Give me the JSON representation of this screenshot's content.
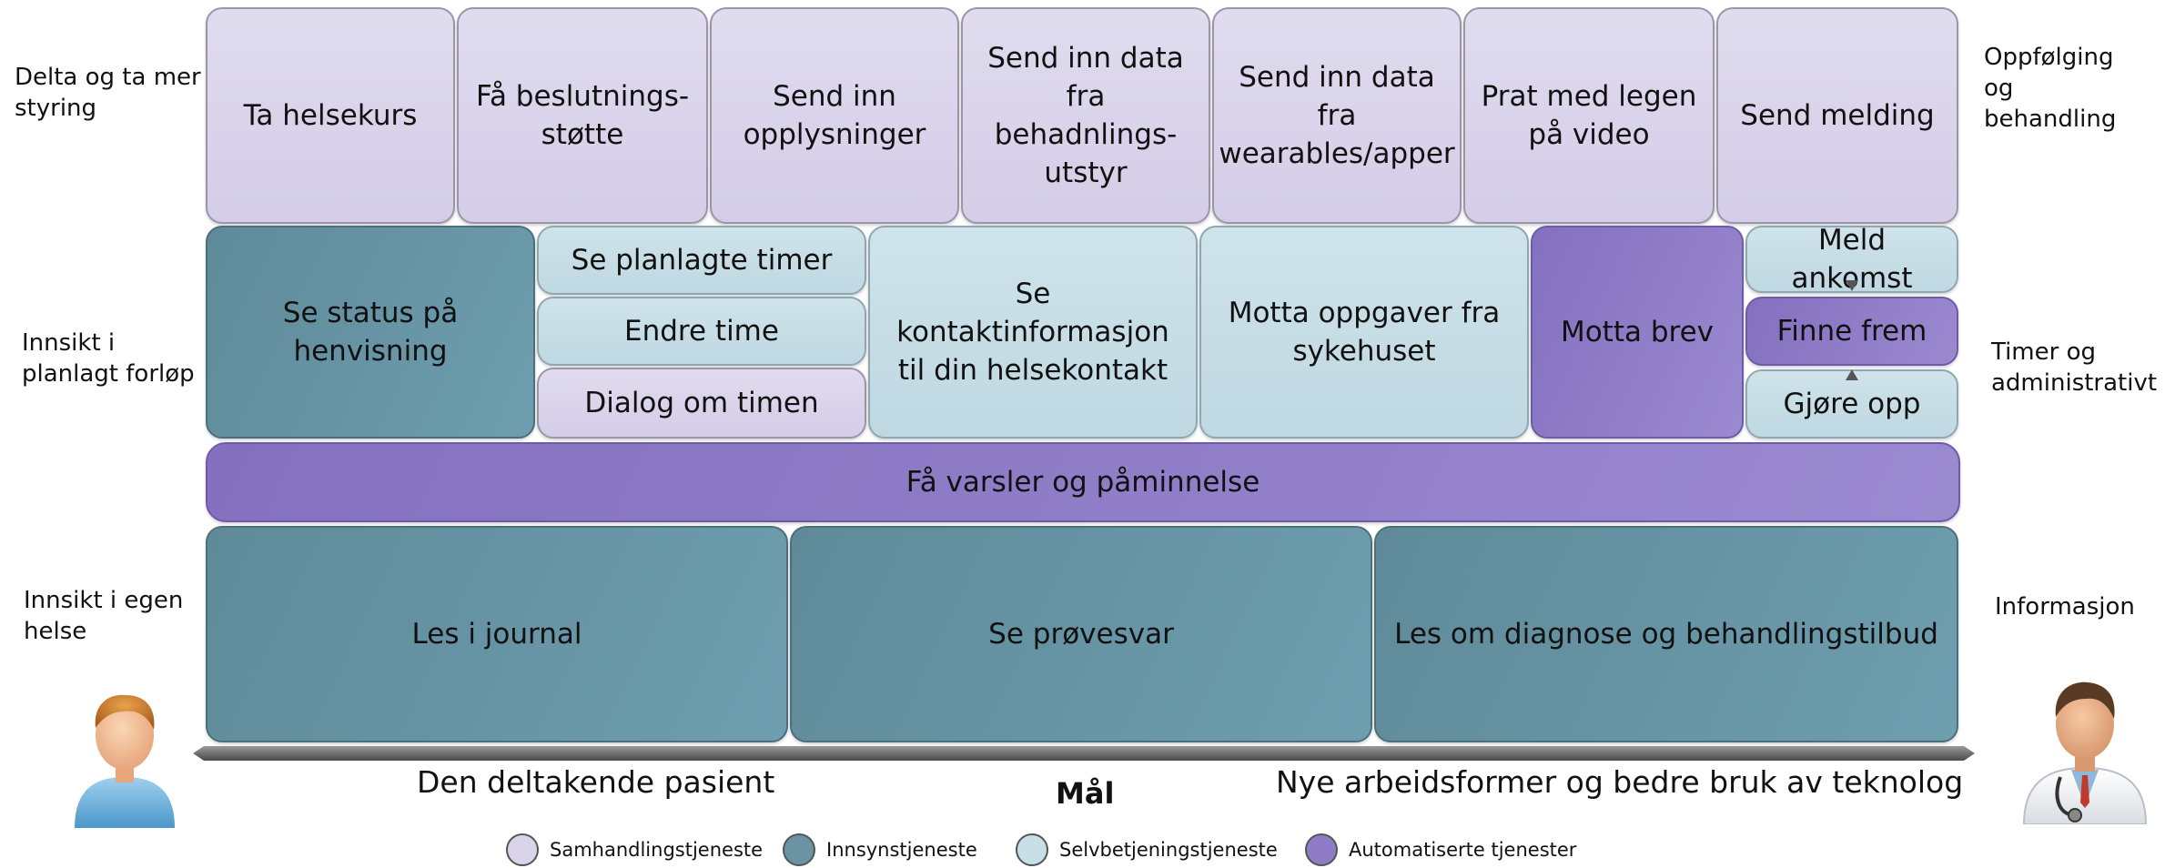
{
  "row_labels_left": {
    "delta": "Delta og ta mer\nstyring",
    "innsikt_planlagt": "Innsikt i\nplanlagt forløp",
    "innsikt_helse": "Innsikt i egen\nhelse"
  },
  "row_labels_right": {
    "oppfolging": "Oppfølging\nog\nbehandling",
    "timer": "Timer og\nadministrativt",
    "informasjon": "Informasjon"
  },
  "row1": [
    {
      "label": "Ta helsekurs",
      "type": "samh"
    },
    {
      "label": "Få beslutnings-\nstøtte",
      "type": "samh"
    },
    {
      "label": "Send inn\nopplysninger",
      "type": "samh"
    },
    {
      "label": "Send inn data fra\nbehadnlings-\nutstyr",
      "type": "samh"
    },
    {
      "label": "Send inn data fra\nwearables/apper",
      "type": "samh"
    },
    {
      "label": "Prat med legen\npå video",
      "type": "samh"
    },
    {
      "label": "Send melding",
      "type": "samh"
    }
  ],
  "row2": {
    "status": {
      "label": "Se status på\nhenvisning",
      "type": "innsyn"
    },
    "planlagte": {
      "label": "Se planlagte timer",
      "type": "selv"
    },
    "endre": {
      "label": "Endre time",
      "type": "selv"
    },
    "dialog": {
      "label": "Dialog om timen",
      "type": "samh"
    },
    "kontakt": {
      "label": "Se kontaktinformasjon\ntil din helsekontakt",
      "type": "selv"
    },
    "oppgaver": {
      "label": "Motta oppgaver fra\nsykehuset",
      "type": "selv"
    },
    "brev": {
      "label": "Motta brev",
      "type": "auto"
    },
    "ankomst": {
      "label": "Meld ankomst",
      "type": "selv"
    },
    "finne": {
      "label": "Finne frem",
      "type": "auto"
    },
    "gjore": {
      "label": "Gjøre opp",
      "type": "selv"
    }
  },
  "row3": {
    "label": "Få varsler og påminnelse",
    "type": "auto"
  },
  "row4": [
    {
      "label": "Les i journal",
      "type": "innsyn"
    },
    {
      "label": "Se prøvesvar",
      "type": "innsyn"
    },
    {
      "label": "Les om diagnose og behandlingstilbud",
      "type": "innsyn"
    }
  ],
  "axis": {
    "left": "Den deltakende pasient",
    "middle": "Mål",
    "right": "Nye arbeidsformer og bedre bruk av teknolog"
  },
  "legend": [
    {
      "label": "Samhandlingstjeneste",
      "color": "#d9d4ea"
    },
    {
      "label": "Innsynstjeneste",
      "color": "#6a93a3"
    },
    {
      "label": "Selvbetjeningstjeneste",
      "color": "#c8dfe7"
    },
    {
      "label": "Automatiserte tjenester",
      "color": "#8e7cc7"
    }
  ],
  "icons": {
    "patient": "patient-icon",
    "doctor": "doctor-icon"
  }
}
